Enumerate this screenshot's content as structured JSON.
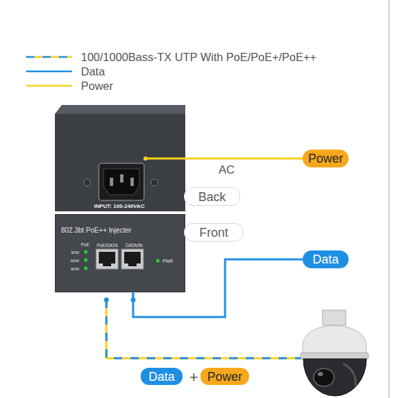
{
  "diagram": {
    "nodes": [
      {
        "text": [
          "INPUT: 100-240VAC"
        ]
      },
      {
        "text": [
          "802.3bt PoE++ Injecter",
          "PoE",
          "30W",
          "60W",
          "90W",
          "PoE/DATA",
          "DATA/IN",
          "PWR"
        ]
      },
      {
        "text": [
          "Back"
        ]
      },
      {
        "text": [
          "Front"
        ]
      },
      {
        "text": [
          "Power"
        ]
      },
      {
        "text": [
          "Data"
        ]
      },
      {
        "text": [
          "Data"
        ]
      },
      {
        "text": [
          "Power"
        ]
      }
    ],
    "edges": [
      {
        "from": 0,
        "to": 4,
        "arrow": "none",
        "label": "AC"
      },
      {
        "from": 1,
        "to": 5,
        "arrow": "none"
      }
    ],
    "labels": [
      "+"
    ],
    "legend": [
      {
        "text": "100/1000Bass-TX UTP With PoE/PoE+/PoE++"
      },
      {
        "text": "Data"
      },
      {
        "text": "Power"
      }
    ]
  }
}
